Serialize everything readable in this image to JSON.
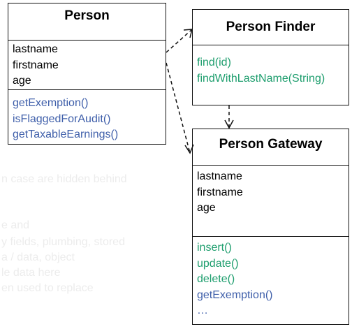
{
  "person": {
    "title": "Person",
    "attributes": [
      "lastname",
      "firstname",
      "age"
    ],
    "operations": [
      "getExemption()",
      "isFlaggedForAudit()",
      "getTaxableEarnings()"
    ]
  },
  "finder": {
    "title": "Person Finder",
    "operations": [
      "find(id)",
      "findWithLastName(String)"
    ]
  },
  "gateway": {
    "title": "Person Gateway",
    "attributes": [
      "lastname",
      "firstname",
      "age"
    ],
    "operations": [
      "insert()",
      "update()",
      "delete()",
      "getExemption()",
      "…"
    ]
  },
  "background_text": [
    "n case are hidden behind",
    "e and",
    "y fields, plumbing, stored",
    "a / data, object",
    "le data here",
    "en used to replace"
  ],
  "colors": {
    "border": "#111111",
    "op_green": "#1e9e6e",
    "op_blue": "#3f5faa"
  }
}
